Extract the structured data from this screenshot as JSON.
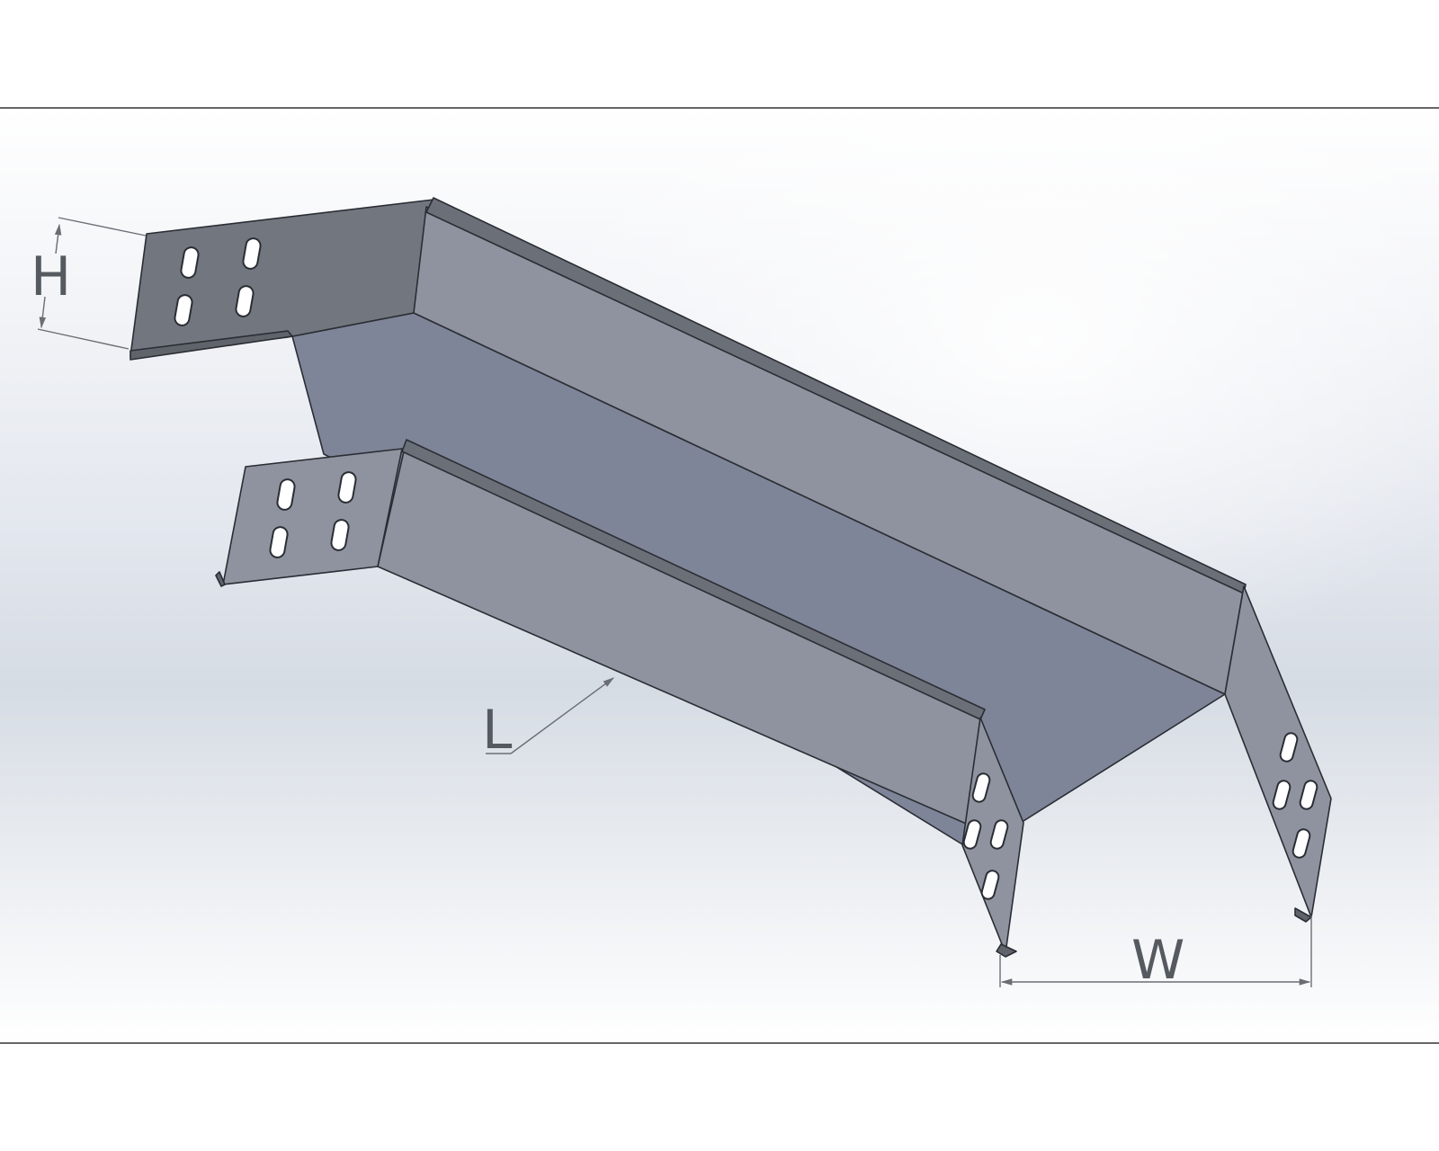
{
  "drawing": {
    "dimension_labels": {
      "height": "H",
      "length": "L",
      "width": "W"
    },
    "colors": {
      "background_top": "#ffffff",
      "background_mid": "#d7dde5",
      "frame_line": "#333333",
      "tray_floor": "#7f8598",
      "tray_wall": "#8f939f",
      "flange": "#72767e",
      "dimension_text": "#555a60"
    }
  }
}
